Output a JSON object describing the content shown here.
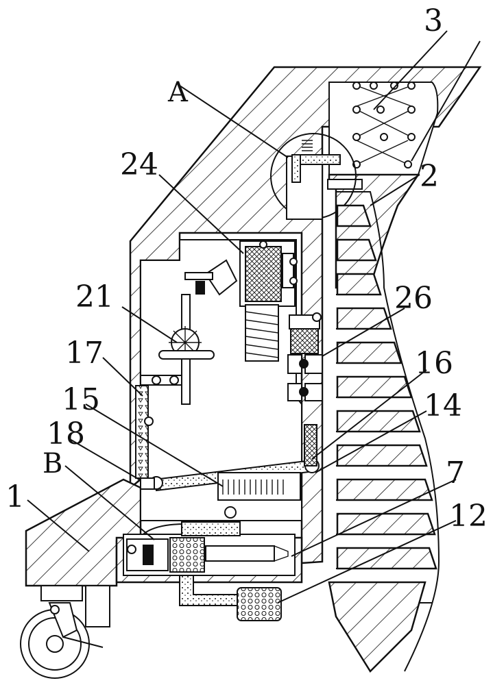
{
  "labels": {
    "l1": "1",
    "l2": "2",
    "l3": "3",
    "l7": "7",
    "l12": "12",
    "l14": "14",
    "l15": "15",
    "l16": "16",
    "l17": "17",
    "l18": "18",
    "l21": "21",
    "l24": "24",
    "l26": "26",
    "lA": "A",
    "lB": "B"
  }
}
